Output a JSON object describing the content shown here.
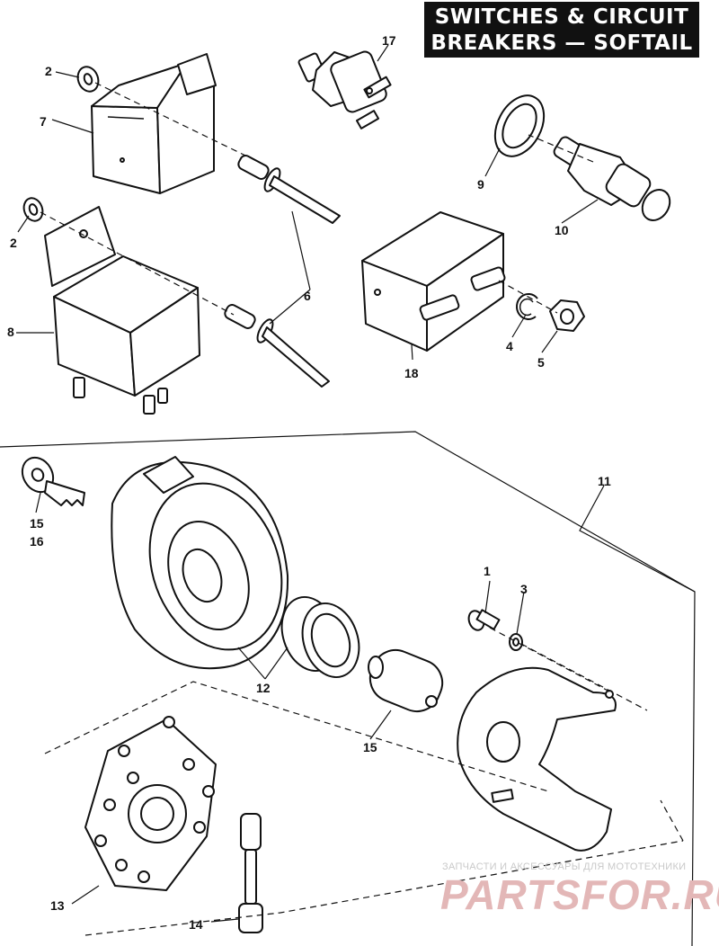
{
  "title": {
    "line1": "SWITCHES & CIRCUIT",
    "line2": "BREAKERS — SOFTAIL"
  },
  "callouts": {
    "n1": "1",
    "n2a": "2",
    "n2b": "2",
    "n3": "3",
    "n4": "4",
    "n5": "5",
    "n6": "6",
    "n7": "7",
    "n8": "8",
    "n9": "9",
    "n10": "10",
    "n11": "11",
    "n12": "12",
    "n13": "13",
    "n14": "14",
    "n15a": "15",
    "n16": "16",
    "n15b": "15",
    "n17": "17",
    "n18": "18"
  },
  "watermark": {
    "small": "ЗАПЧАСТИ И АКСЕССУАРЫ ДЛЯ МОТОТЕХНИКИ",
    "big": "PARTSFOR.RU"
  }
}
